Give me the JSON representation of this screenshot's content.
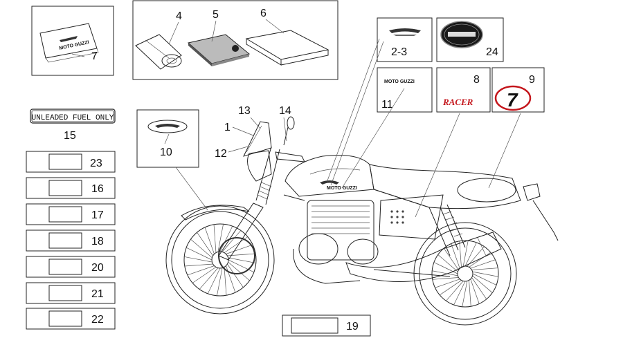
{
  "labels": {
    "l7": "7",
    "l4": "4",
    "l5": "5",
    "l6": "6",
    "l2_3": "2-3",
    "l24": "24",
    "l11": "11",
    "l8": "8",
    "l9": "9",
    "l15": "15",
    "l10": "10",
    "l13": "13",
    "l1": "1",
    "l12": "12",
    "l14": "14",
    "l23": "23",
    "l16": "16",
    "l17": "17",
    "l18": "18",
    "l20": "20",
    "l21": "21",
    "l22": "22",
    "l19": "19"
  },
  "decal_text": {
    "fuel": "UNLEADED FUEL ONLY",
    "brand_small": "MOTO GUZZI",
    "racer": "RACER",
    "race_number": "7",
    "tank_logo": "MOTO GUZZI",
    "manual_logo": "MOTO GUZZI"
  },
  "colors": {
    "racer_red": "#c4161c",
    "badge_dark": "#1a1a1a"
  }
}
